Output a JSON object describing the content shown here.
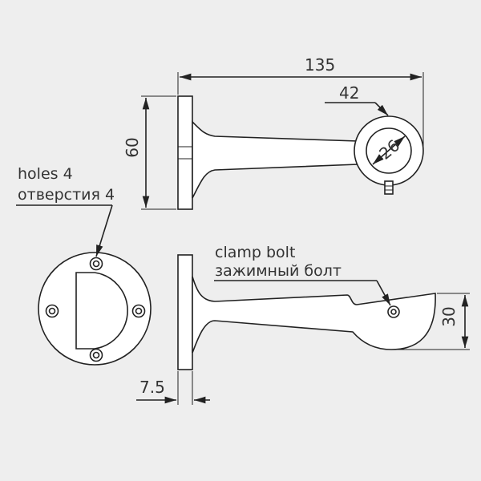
{
  "labels": {
    "holes_en": "holes 4",
    "holes_ru": "отверстия 4",
    "bolt_en": "clamp bolt",
    "bolt_ru": "зажимный болт"
  },
  "dimensions": {
    "length": "135",
    "ring_outer": "42",
    "ring_inner": "26",
    "height": "60",
    "depth": "30",
    "plate": "7.5"
  },
  "colors": {
    "background": "#eeeeee",
    "line": "#222222",
    "text": "#333333",
    "fill": "#ffffff"
  }
}
